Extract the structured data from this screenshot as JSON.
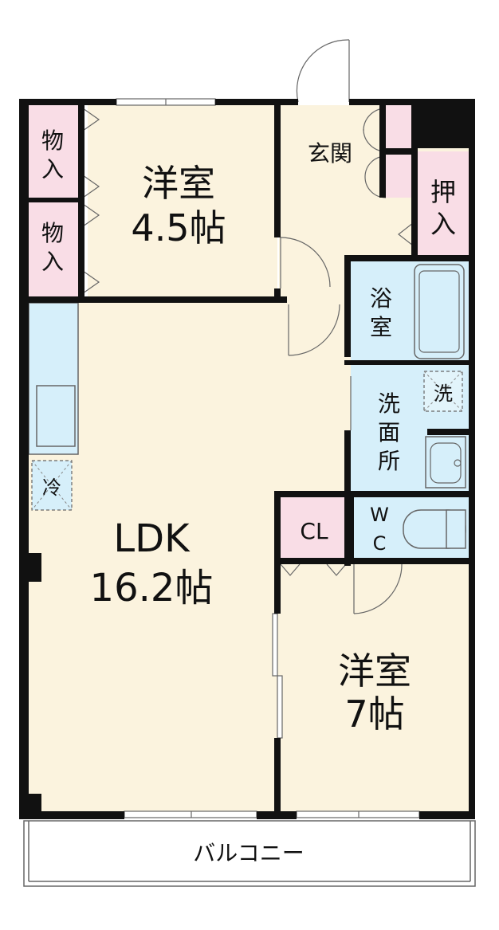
{
  "rooms": {
    "western_small": {
      "name": "洋室",
      "size": "4.5帖"
    },
    "storage_1": {
      "label_a": "物",
      "label_b": "入"
    },
    "storage_2": {
      "label_a": "物",
      "label_b": "入"
    },
    "entrance": {
      "name": "玄関"
    },
    "closet_oshiire": {
      "label_a": "押",
      "label_b": "入"
    },
    "bath": {
      "label_a": "浴",
      "label_b": "室"
    },
    "washroom": {
      "label_a": "洗",
      "label_b": "面",
      "label_c": "所"
    },
    "washer": {
      "label": "洗"
    },
    "fridge": {
      "label": "冷"
    },
    "ldk": {
      "name": "LDK",
      "size": "16.2帖"
    },
    "cl": {
      "label": "CL"
    },
    "wc": {
      "label_a": "W",
      "label_b": "C"
    },
    "western_large": {
      "name": "洋室",
      "size": "7帖"
    },
    "balcony": {
      "label": "バルコニー"
    }
  },
  "colors": {
    "room_fill": "#fbf3de",
    "storage_fill": "#f9dde6",
    "wet_fill": "#d6effa",
    "wall": "#111111",
    "line": "#666666"
  }
}
